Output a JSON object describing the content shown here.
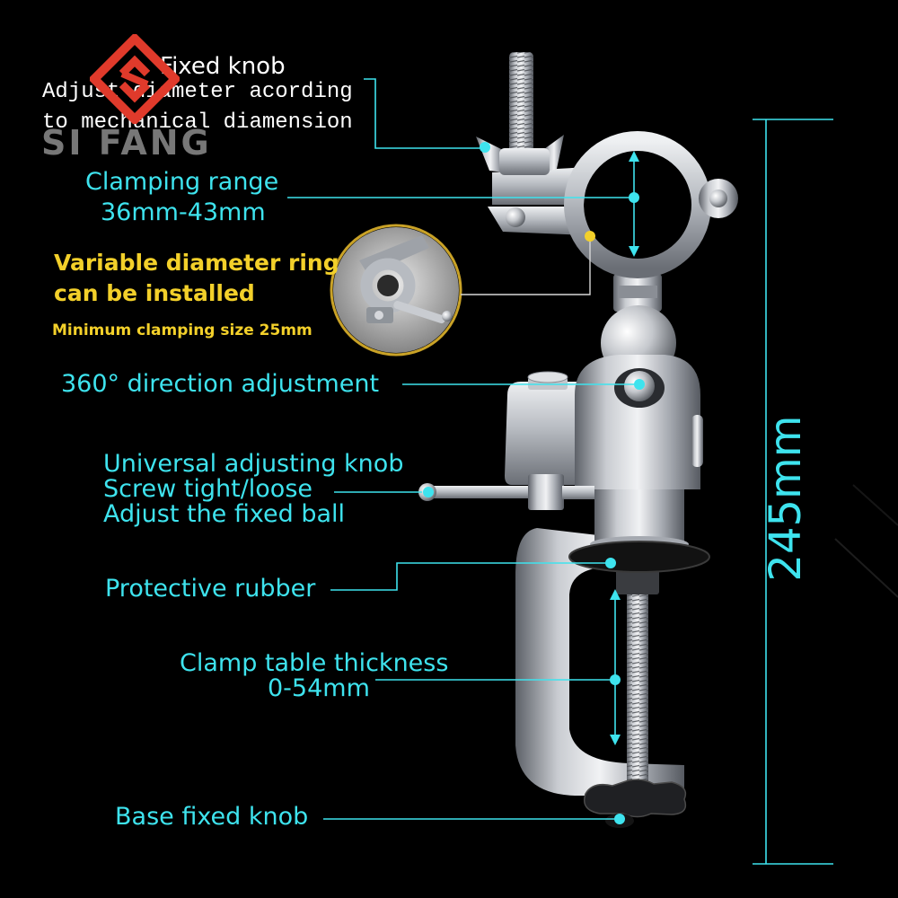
{
  "logo": {
    "brand": "SI FANG"
  },
  "labels": {
    "fixed_knob": {
      "title": "Fixed knob",
      "line1": "Adjust diameter acording",
      "line2": "to mechanical diamension"
    },
    "clamping_range": {
      "title": "Clamping range",
      "value": "36mm-43mm"
    },
    "variable_ring": {
      "line1": "Variable diameter ring",
      "line2": "can be installed",
      "note": "Minimum clamping size 25mm"
    },
    "direction": {
      "title": "360° direction adjustment"
    },
    "universal_knob": {
      "line1": "Universal adjusting knob",
      "line2": "Screw tight/loose",
      "line3": "Adjust the fixed ball"
    },
    "protective_rubber": {
      "title": "Protective rubber"
    },
    "clamp_thickness": {
      "title": "Clamp table thickness",
      "value": "0-54mm"
    },
    "base_knob": {
      "title": "Base fixed knob"
    }
  },
  "dimension": {
    "height": "245mm"
  },
  "colors": {
    "background": "#000000",
    "callout_cyan": "#3ee3ee",
    "callout_yellow": "#f3d02a",
    "note_white": "#ffffff",
    "logo_red": "#e03a2b",
    "watermark_grey": "#8c8c8c",
    "inset_border": "#c9a227"
  }
}
